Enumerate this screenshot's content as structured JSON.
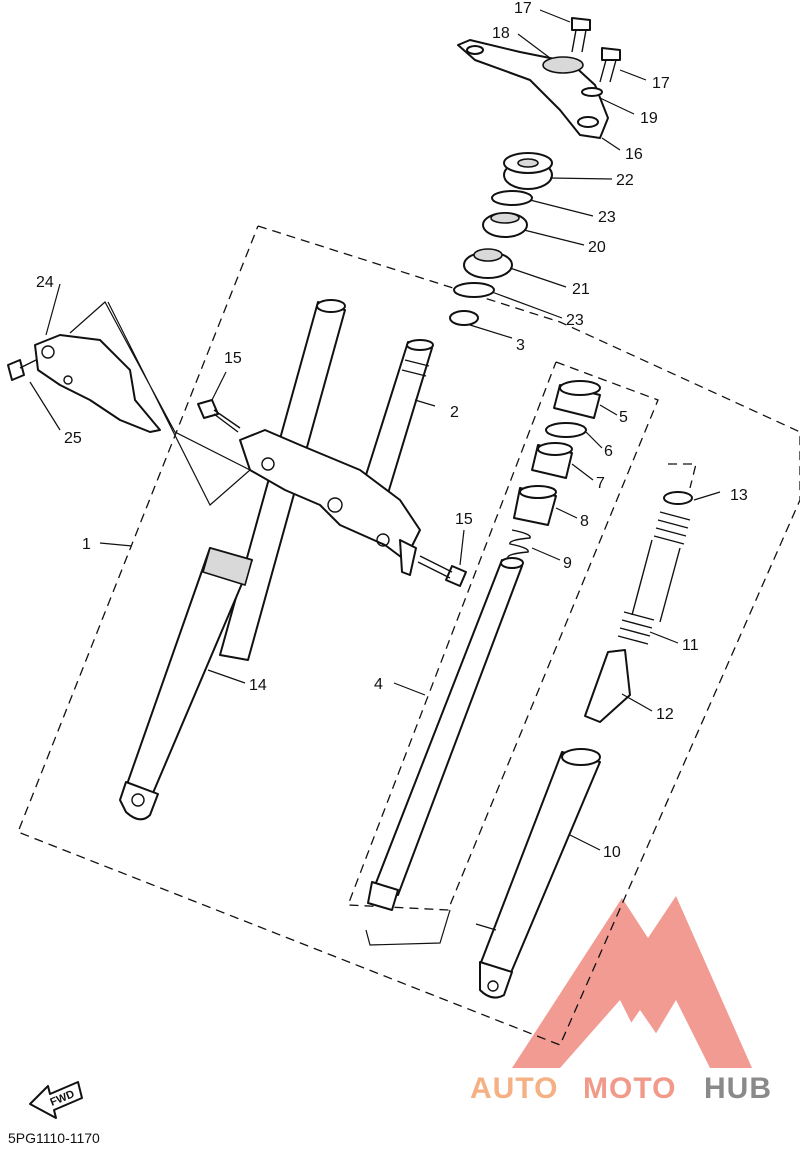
{
  "diagram": {
    "code": "5PG1110-1170",
    "fwd_label": "FWD",
    "callouts": [
      {
        "id": "c1",
        "text": "1"
      },
      {
        "id": "c2",
        "text": "2"
      },
      {
        "id": "c3",
        "text": "3"
      },
      {
        "id": "c4",
        "text": "4"
      },
      {
        "id": "c5",
        "text": "5"
      },
      {
        "id": "c6",
        "text": "6"
      },
      {
        "id": "c7",
        "text": "7"
      },
      {
        "id": "c8",
        "text": "8"
      },
      {
        "id": "c9",
        "text": "9"
      },
      {
        "id": "c10",
        "text": "10"
      },
      {
        "id": "c11",
        "text": "11"
      },
      {
        "id": "c12",
        "text": "12"
      },
      {
        "id": "c13",
        "text": "13"
      },
      {
        "id": "c14",
        "text": "14"
      },
      {
        "id": "c15a",
        "text": "15"
      },
      {
        "id": "c15b",
        "text": "15"
      },
      {
        "id": "c16",
        "text": "16"
      },
      {
        "id": "c17a",
        "text": "17"
      },
      {
        "id": "c17b",
        "text": "17"
      },
      {
        "id": "c18",
        "text": "18"
      },
      {
        "id": "c19",
        "text": "19"
      },
      {
        "id": "c20",
        "text": "20"
      },
      {
        "id": "c21",
        "text": "21"
      },
      {
        "id": "c22",
        "text": "22"
      },
      {
        "id": "c23a",
        "text": "23"
      },
      {
        "id": "c23b",
        "text": "23"
      },
      {
        "id": "c24",
        "text": "24"
      },
      {
        "id": "c25",
        "text": "25"
      }
    ]
  },
  "watermark": {
    "part1": "AUTO",
    "part2": "MOTO",
    "part3": "HUB",
    "color1": "#f5b183",
    "color2": "#f29a8a",
    "color3": "#8a8a8a",
    "logo_color": "#f08a80"
  }
}
